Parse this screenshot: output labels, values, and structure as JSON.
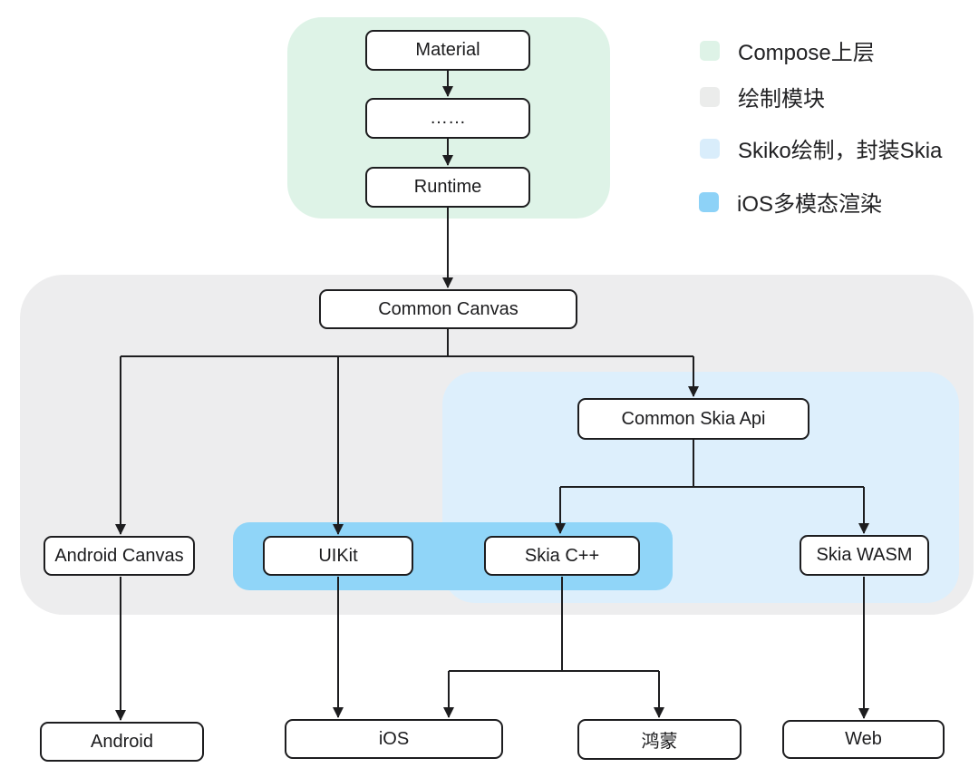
{
  "legend": {
    "items": [
      {
        "label": "Compose上层",
        "color": "#def3e7"
      },
      {
        "label": "绘制模块",
        "color": "#ebeceb"
      },
      {
        "label": "Skiko绘制，封装Skia",
        "color": "#d9edfb"
      },
      {
        "label": "iOS多模态渲染",
        "color": "#8dd2f7"
      }
    ]
  },
  "groups": {
    "compose_upper": {
      "name": "Compose上层",
      "color": "#def3e7"
    },
    "draw_module": {
      "name": "绘制模块",
      "color": "#ededee"
    },
    "skiko": {
      "name": "Skiko绘制，封装Skia",
      "color": "#ddeffc"
    },
    "ios_multimodal": {
      "name": "iOS多模态渲染",
      "color": "#90d5f8"
    }
  },
  "nodes": {
    "material": {
      "label": "Material"
    },
    "ellipsis": {
      "label": "……"
    },
    "runtime": {
      "label": "Runtime"
    },
    "common_canvas": {
      "label": "Common Canvas"
    },
    "common_skia_api": {
      "label": "Common Skia Api"
    },
    "android_canvas": {
      "label": "Android Canvas"
    },
    "uikit": {
      "label": "UIKit"
    },
    "skia_cpp": {
      "label": "Skia C++"
    },
    "skia_wasm": {
      "label": "Skia WASM"
    },
    "android": {
      "label": "Android"
    },
    "ios": {
      "label": "iOS"
    },
    "harmony": {
      "label": "鸿蒙"
    },
    "web": {
      "label": "Web"
    }
  },
  "line_color": "#1d1d1f"
}
